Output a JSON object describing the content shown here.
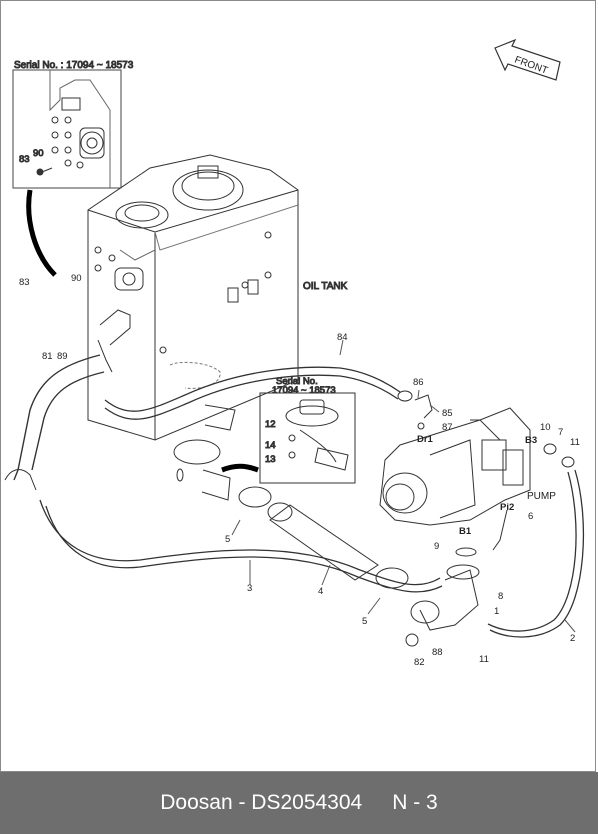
{
  "inset": {
    "serial_label": "Serial No. : 17094 ~ 18573",
    "callouts": [
      "83",
      "90"
    ]
  },
  "tank": {
    "label": "OIL TANK"
  },
  "front_arrow": {
    "label": "FRONT"
  },
  "inset2": {
    "serial_line1": "Serial No.",
    "serial_line2": "17094 ~ 18573",
    "callouts": [
      "12",
      "14",
      "13"
    ]
  },
  "pump": {
    "label": "PUMP",
    "ports": [
      "Dr1",
      "B3",
      "Pi2",
      "B1"
    ]
  },
  "callouts": {
    "c83": "83",
    "c90": "90",
    "c81": "81",
    "c89": "89",
    "c84": "84",
    "c86": "86",
    "c85": "85",
    "c87": "87",
    "c10": "10",
    "c7": "7",
    "c11a": "11",
    "c6": "6",
    "c9": "9",
    "c8": "8",
    "c1": "1",
    "c2": "2",
    "c11b": "11",
    "c88": "88",
    "c82": "82",
    "c5a": "5",
    "c5b": "5",
    "c3": "3",
    "c4": "4"
  },
  "footer": {
    "brand": "Doosan - DS2054304",
    "page": "N - 3"
  }
}
